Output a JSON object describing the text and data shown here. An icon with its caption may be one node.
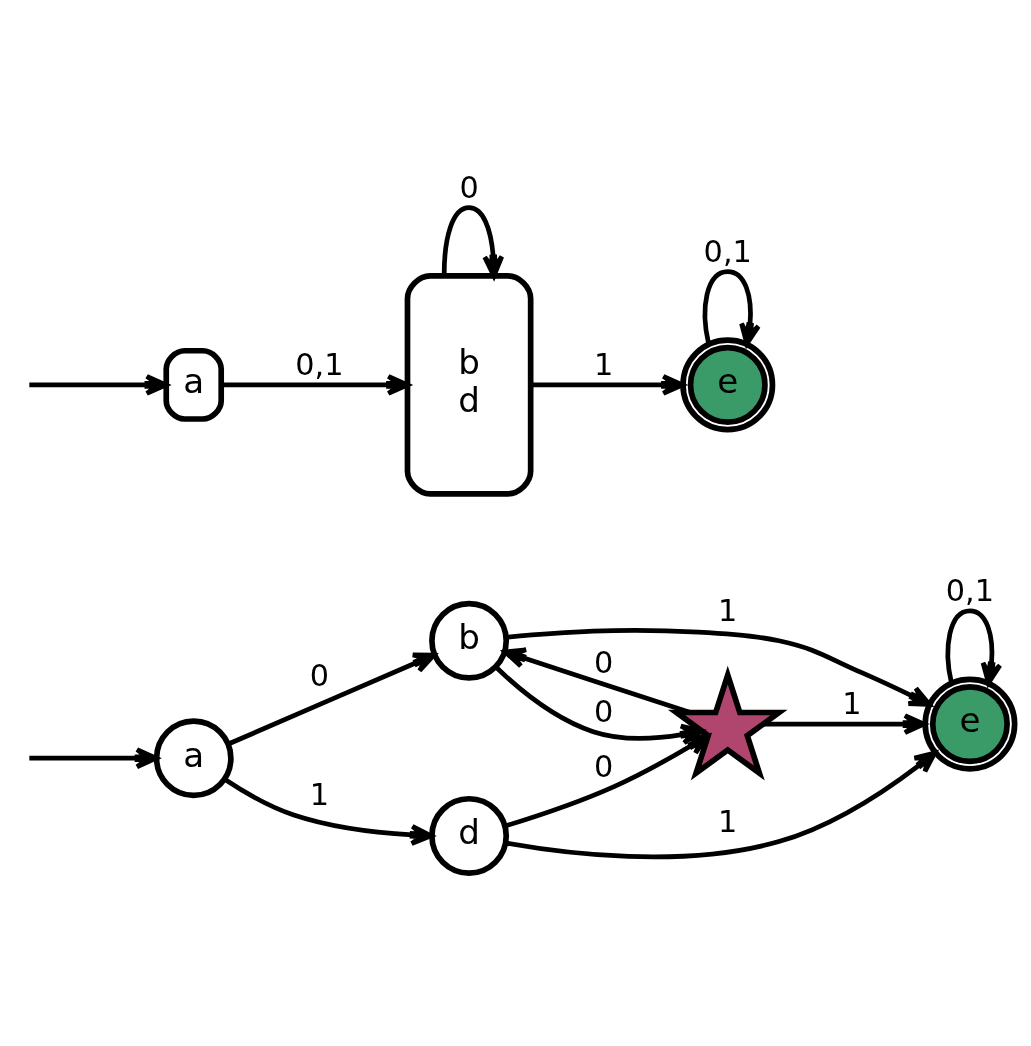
{
  "diagram": {
    "nodes": [
      {
        "text": [
          "a"
        ]
      },
      {
        "text": [
          "b"
        ]
      },
      {
        "text": [],
        "shape": "star"
      },
      {
        "text": [
          "d"
        ]
      },
      {
        "text": [
          "e"
        ]
      },
      {
        "text": [
          "a"
        ]
      },
      {
        "text": [
          "b",
          "d"
        ]
      },
      {
        "text": [
          "e"
        ]
      }
    ],
    "edges": [
      {
        "from": null,
        "to": 0,
        "arrow": "to"
      },
      {
        "from": 0,
        "to": 1,
        "label": "0",
        "arrow": "to"
      },
      {
        "from": 0,
        "to": 3,
        "label": "1",
        "arrow": "to"
      },
      {
        "from": 1,
        "to": 2,
        "label": "0",
        "arrow": "to"
      },
      {
        "from": 2,
        "to": 1,
        "label": "0",
        "arrow": "to"
      },
      {
        "from": 3,
        "to": 2,
        "label": "0",
        "arrow": "to"
      },
      {
        "from": 1,
        "to": 4,
        "label": "1",
        "arrow": "to"
      },
      {
        "from": 2,
        "to": 4,
        "label": "1",
        "arrow": "to"
      },
      {
        "from": 3,
        "to": 4,
        "label": "1",
        "arrow": "to"
      },
      {
        "from": 4,
        "to": 4,
        "label": "0,1",
        "arrow": "to"
      },
      {
        "from": null,
        "to": 5,
        "arrow": "to"
      },
      {
        "from": 5,
        "to": 6,
        "label": "0,1",
        "arrow": "to"
      },
      {
        "from": 6,
        "to": 6,
        "label": "0",
        "arrow": "to"
      },
      {
        "from": 6,
        "to": 7,
        "label": "1",
        "arrow": "to"
      },
      {
        "from": 7,
        "to": 7,
        "label": "0,1",
        "arrow": "to"
      }
    ]
  }
}
